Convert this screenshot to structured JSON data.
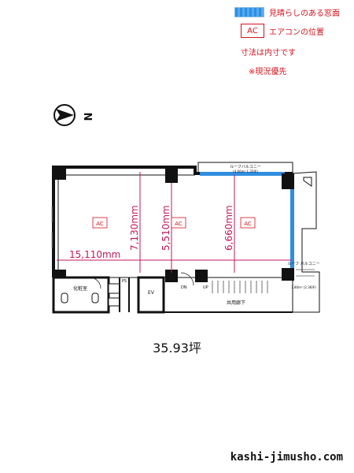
{
  "legend": {
    "window_label": "見晴らしのある窓面",
    "ac_box_label": "AC",
    "ac_label": "エアコンの位置",
    "dimension_note": "寸法は内寸です",
    "priority_note": "※現況優先"
  },
  "compass": {
    "letter": "N"
  },
  "floorplan": {
    "ac_labels": [
      "AC",
      "AC",
      "AC"
    ],
    "dimensions": {
      "width": "15,110mm",
      "depth_left": "7,130mm",
      "depth_middle": "5,510mm",
      "depth_right": "6,660mm"
    },
    "rooms": {
      "balcony_top": "ルーフバルコニー",
      "balcony_top_sub": "(4.66m² 1.35坪)",
      "balcony_right": "ルーフ バルコニー",
      "balcony_right_sub": "7.80m² (2.36坪)",
      "toilet": "化粧室",
      "ev": "EV",
      "dn": "DN",
      "up": "UP",
      "corridor": "共用廊下",
      "ps": "PS"
    }
  },
  "area": "35.93坪",
  "site": "kashi-jimusho.com",
  "colors": {
    "window": "#2f8ee0",
    "accent": "#d6111c",
    "wall": "#111111",
    "grid": "#c2185b"
  }
}
